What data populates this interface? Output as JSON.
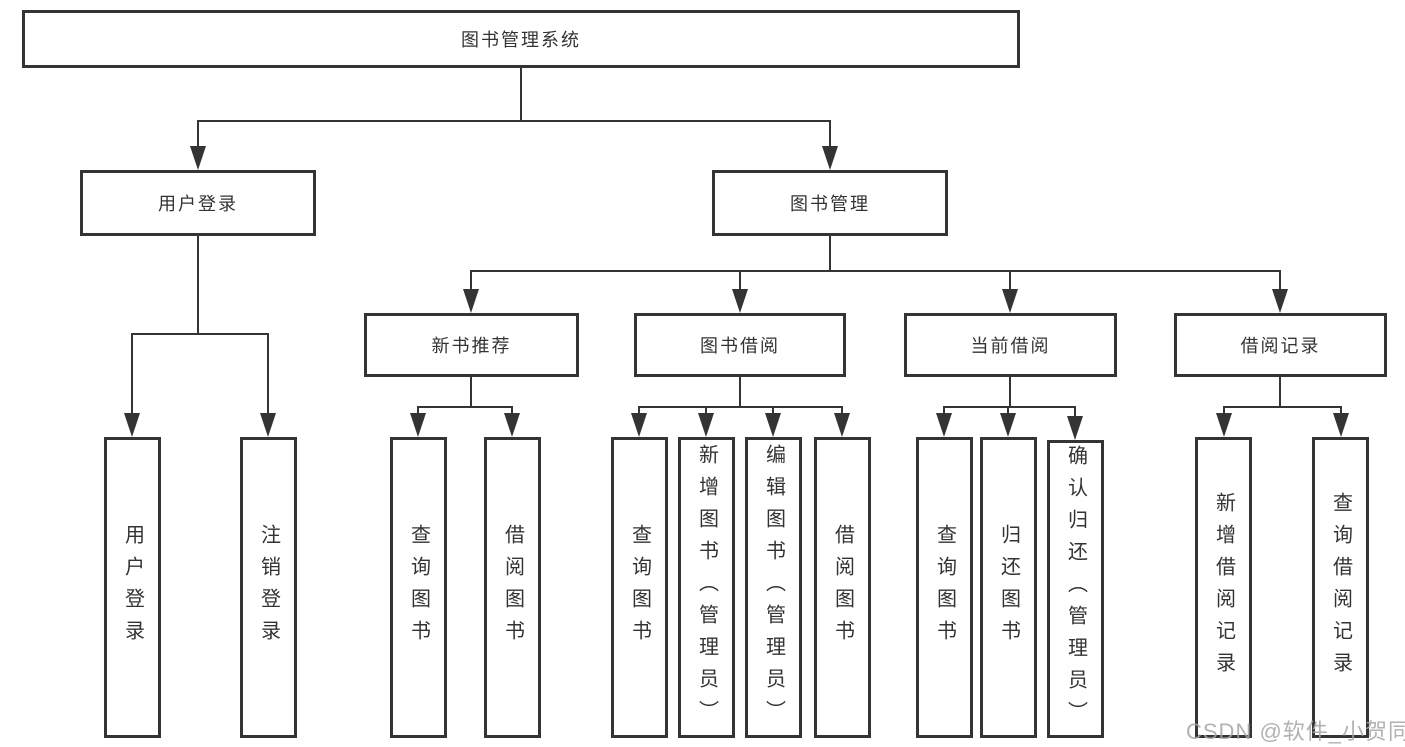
{
  "tree": {
    "root": {
      "label": "图书管理系统"
    },
    "children": [
      {
        "label": "用户登录",
        "children": [
          {
            "label": "用户登录"
          },
          {
            "label": "注销登录"
          }
        ]
      },
      {
        "label": "图书管理",
        "children": [
          {
            "label": "新书推荐",
            "children": [
              {
                "label": "查询图书"
              },
              {
                "label": "借阅图书"
              }
            ]
          },
          {
            "label": "图书借阅",
            "children": [
              {
                "label": "查询图书"
              },
              {
                "label": "新增图书（管理员）"
              },
              {
                "label": "编辑图书（管理员）"
              },
              {
                "label": "借阅图书"
              }
            ]
          },
          {
            "label": "当前借阅",
            "children": [
              {
                "label": "查询图书"
              },
              {
                "label": "归还图书"
              },
              {
                "label": "确认归还（管理员）"
              }
            ]
          },
          {
            "label": "借阅记录",
            "children": [
              {
                "label": "新增借阅记录"
              },
              {
                "label": "查询借阅记录"
              }
            ]
          }
        ]
      }
    ]
  },
  "watermark": {
    "text": "CSDN @软件_小贺同学"
  },
  "colors": {
    "line": "#343434",
    "box_border": "#343434",
    "box_fill": "#ffffff",
    "text": "#333333",
    "watermark": "#a4a4a4"
  }
}
